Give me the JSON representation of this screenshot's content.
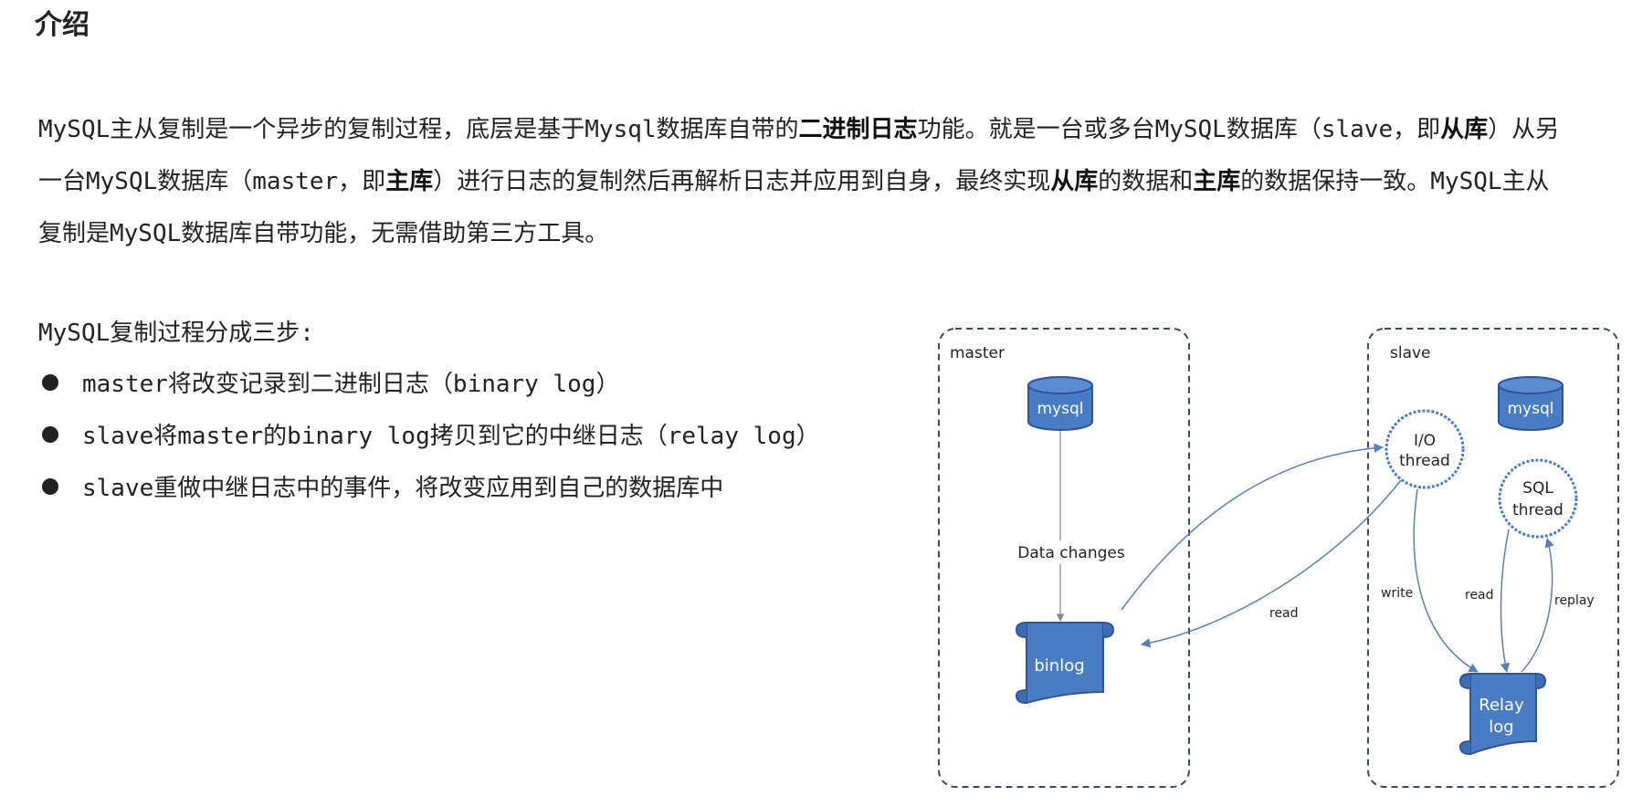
{
  "title": "介绍",
  "intro": {
    "p1": "MySQL主从复制是一个异步的复制过程，底层是基于Mysql数据库自带的",
    "b1": "二进制日志",
    "p2": "功能。就是一台或多台MySQL数据库（slave，即",
    "b2": "从库",
    "p3": "）从另一台MySQL数据库（master，即",
    "b3": "主库",
    "p4": "）进行日志的复制然后再解析日志并应用到自身，最终实现",
    "b4": "从库",
    "p5": "的数据和",
    "b5": "主库",
    "p6": "的数据保持一致。MySQL主从复制是MySQL数据库自带功能，无需借助第三方工具。"
  },
  "steps": {
    "title": "MySQL复制过程分成三步:",
    "items": [
      "master将改变记录到二进制日志（binary log）",
      "slave将master的binary log拷贝到它的中继日志（relay log）",
      "slave重做中继日志中的事件，将改变应用到自己的数据库中"
    ]
  },
  "diagram": {
    "master_label": "master",
    "slave_label": "slave",
    "master_db": "mysql",
    "slave_db": "mysql",
    "binlog": "binlog",
    "relay_line1": "Relay",
    "relay_line2": "log",
    "io_line1": "I/O",
    "io_line2": "thread",
    "sql_line1": "SQL",
    "sql_line2": "thread",
    "data_changes": "Data changes",
    "read_master": "read",
    "write": "write",
    "read_relay": "read",
    "replay": "replay"
  },
  "colors": {
    "node_fill": "#4a7cc4",
    "node_stroke": "#2f5597",
    "arrow": "#5a80b0",
    "frame": "#3b4a66"
  }
}
